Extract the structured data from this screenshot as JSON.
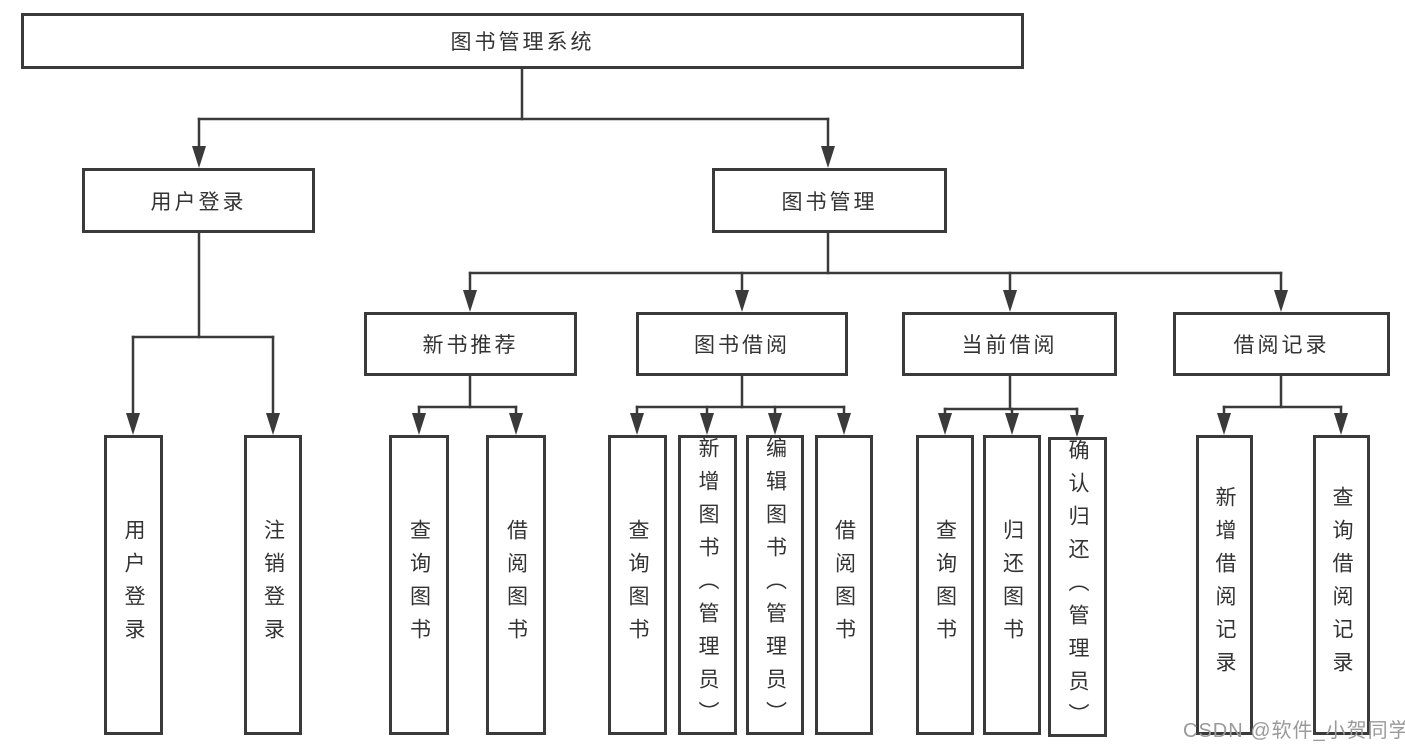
{
  "tree": {
    "root": {
      "label": "图书管理系统"
    },
    "branches": [
      {
        "label": "用户登录",
        "children": [
          {
            "label": "用户登录"
          },
          {
            "label": "注销登录"
          }
        ]
      },
      {
        "label": "图书管理",
        "children": [
          {
            "label": "新书推荐",
            "children": [
              {
                "label": "查询图书"
              },
              {
                "label": "借阅图书"
              }
            ]
          },
          {
            "label": "图书借阅",
            "children": [
              {
                "label": "查询图书"
              },
              {
                "label": "新增图书（管理员）"
              },
              {
                "label": "编辑图书（管理员）"
              },
              {
                "label": "借阅图书"
              }
            ]
          },
          {
            "label": "当前借阅",
            "children": [
              {
                "label": "查询图书"
              },
              {
                "label": "归还图书"
              },
              {
                "label": "确认归还（管理员）"
              }
            ]
          },
          {
            "label": "借阅记录",
            "children": [
              {
                "label": "新增借阅记录"
              },
              {
                "label": "查询借阅记录"
              }
            ]
          }
        ]
      }
    ]
  },
  "watermark": "CSDN @软件_小贺同学",
  "colors": {
    "line": "#3a3a3a",
    "border": "#3a3a3a",
    "text": "#333333",
    "background": "#ffffff",
    "watermark": "#9a9a9a"
  }
}
